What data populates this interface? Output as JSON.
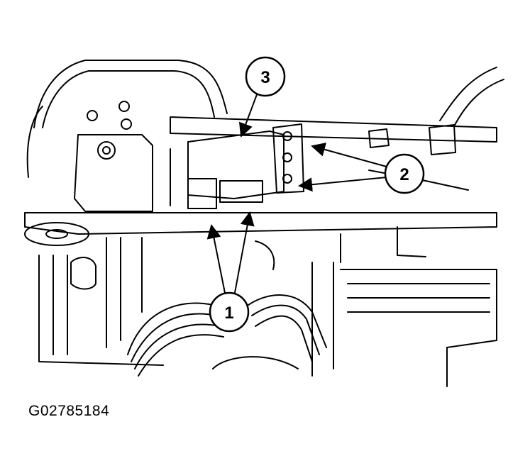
{
  "figure": {
    "id": "G02785184",
    "callouts": [
      {
        "label": "1"
      },
      {
        "label": "2"
      },
      {
        "label": "3"
      }
    ]
  }
}
